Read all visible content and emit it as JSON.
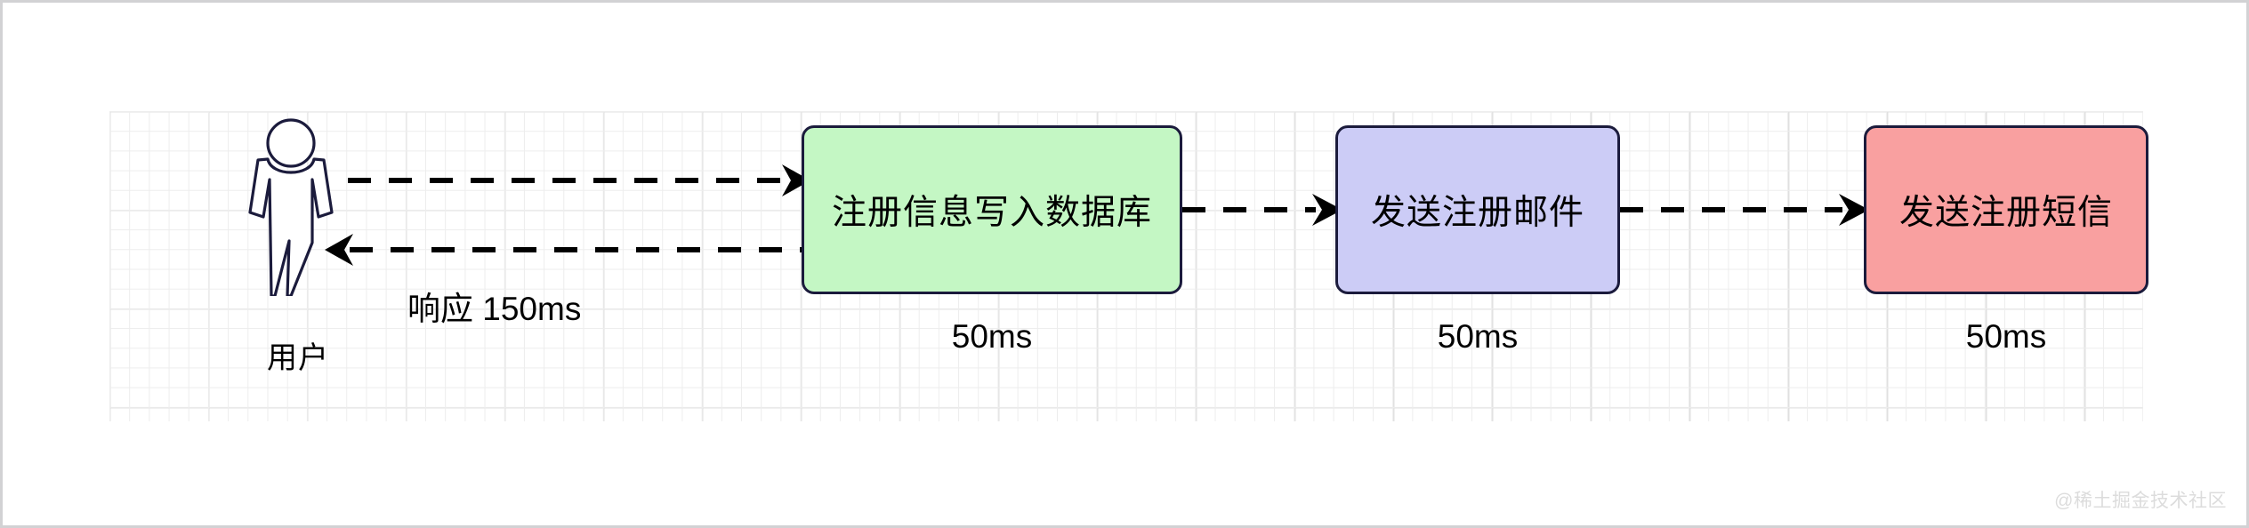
{
  "diagram": {
    "type": "flow-sequence",
    "actor": {
      "icon": "stick-figure-person-icon",
      "label": "用户"
    },
    "nodes": [
      {
        "id": "db",
        "label": "注册信息写入数据库",
        "time": "50ms",
        "fill": "#c4f7c4",
        "stroke": "#1b1b3c"
      },
      {
        "id": "mail",
        "label": "发送注册邮件",
        "time": "50ms",
        "fill": "#ccccf6",
        "stroke": "#1b1b3c"
      },
      {
        "id": "sms",
        "label": "发送注册短信",
        "time": "50ms",
        "fill": "#f9a0a0",
        "stroke": "#1b1b3c"
      }
    ],
    "edges": [
      {
        "id": "request",
        "from": "actor",
        "to": "db",
        "style": "dashed",
        "direction": "right",
        "label": ""
      },
      {
        "id": "response",
        "from": "db",
        "to": "actor",
        "style": "dashed",
        "direction": "left",
        "label": "响应  150ms"
      },
      {
        "id": "db-mail",
        "from": "db",
        "to": "mail",
        "style": "dashed",
        "direction": "right",
        "label": ""
      },
      {
        "id": "mail-sms",
        "from": "mail",
        "to": "sms",
        "style": "dashed",
        "direction": "right",
        "label": ""
      }
    ],
    "response_label": "响应  150ms",
    "grid": {
      "visible": true,
      "minor_color": "#ededed",
      "major_color": "#e0e0e0"
    },
    "watermark": "@稀土掘金技术社区",
    "border_color": "#d2d2d4"
  }
}
